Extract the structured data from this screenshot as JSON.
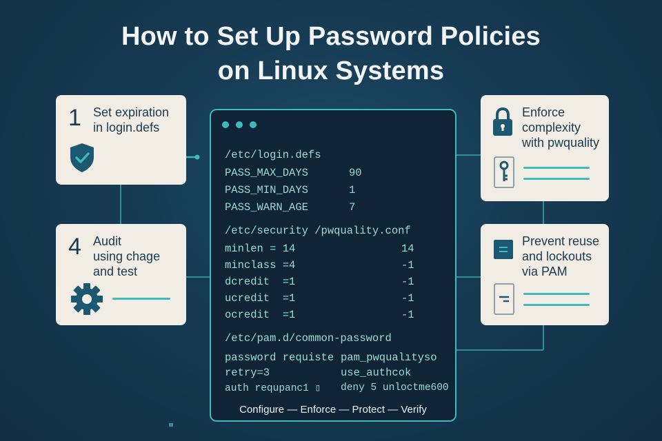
{
  "title": {
    "line1": "How to Set Up Password Policies",
    "line2": "on Linux Systems"
  },
  "steps": [
    {
      "number": "1",
      "lines": [
        "Set expiration",
        "in login.defs"
      ],
      "icon": "shield-check-icon"
    },
    {
      "number": "",
      "lines": [
        "Enforce",
        "complexity",
        "with pwquality"
      ],
      "icon": "padlock-icon",
      "sub_icon": "key-icon"
    },
    {
      "number": "4",
      "lines": [
        "Audit",
        "using chage",
        "and test"
      ],
      "icon": "gear-icon"
    },
    {
      "number": "",
      "lines": [
        "Prevent reuse",
        "and lockouts",
        "via PAM"
      ],
      "icon": "document-icon",
      "sub_icon": "lines-icon"
    }
  ],
  "terminal": {
    "sections": [
      {
        "header": "/etc/login.defs",
        "rows": [
          {
            "key": "PASS_MAX_DAYS",
            "value": "90"
          },
          {
            "key": "PASS_MIN_DAYS",
            "value": "1"
          },
          {
            "key": "PASS_WARN_AGE",
            "value": "7"
          }
        ]
      },
      {
        "header": "/etc/security /pwquality.conf",
        "rows": [
          {
            "key": "minlen = 14",
            "value": "14"
          },
          {
            "key": "minclass =4",
            "value": "-1"
          },
          {
            "key": "dcredit  =1",
            "value": "-1"
          },
          {
            "key": "ucredit  =1",
            "value": "-1"
          },
          {
            "key": "ocredit  =1",
            "value": "-1"
          }
        ]
      },
      {
        "header": "/etc/pam.d/common-password",
        "rows": [
          {
            "key": "password requiste",
            "value": "pam_pwqualıtyso"
          },
          {
            "key": "retry=3",
            "value": "use_authcok"
          },
          {
            "key": "auth requpanc1 ▯",
            "value": "deny 5 unloctme600"
          }
        ]
      }
    ],
    "footer": "Configure — Enforce — Protect — Verify"
  },
  "colors": {
    "background": "#153a52",
    "card": "#f1ede4",
    "accent": "#3fb9ba",
    "icon": "#1d5872",
    "terminal": "#0f2436"
  }
}
